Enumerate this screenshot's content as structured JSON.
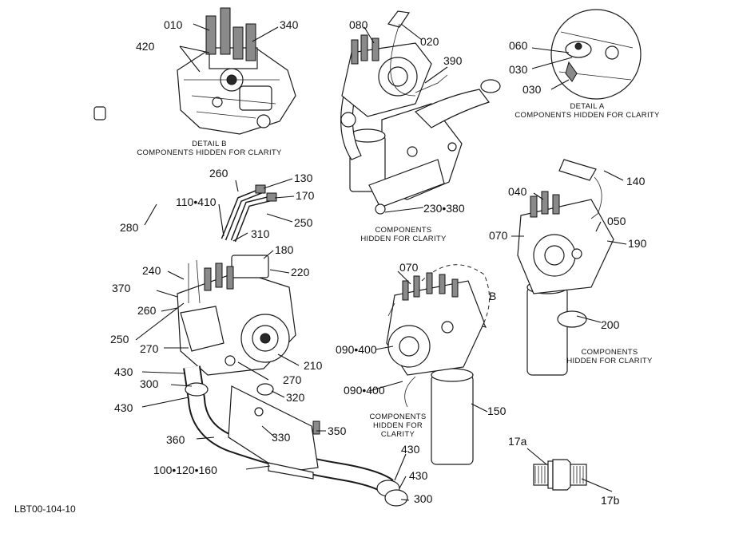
{
  "detail_b_caption": [
    "DETAIL  B",
    "COMPONENTS HIDDEN FOR CLARITY"
  ],
  "detail_a_caption": [
    "DETAIL  A",
    "COMPONENTS HIDDEN FOR CLARITY"
  ],
  "hidden_caption_center": [
    "COMPONENTS",
    "HIDDEN FOR CLARITY"
  ],
  "hidden_caption_right": [
    "COMPONENTS",
    "HIDDEN FOR CLARITY"
  ],
  "hidden_caption_lower": [
    "COMPONENTS",
    "HIDDEN FOR",
    "CLARITY"
  ],
  "view_letter": "B",
  "drawing_number": "LBT00-104-10",
  "callouts": {
    "c010": "010",
    "c420a": "420",
    "c340": "340",
    "c080": "080",
    "c020": "020",
    "c390": "390",
    "c060": "060",
    "c030a": "030",
    "c030b": "030",
    "c260a": "260",
    "c130": "130",
    "c110": "110•410",
    "c170": "170",
    "c250a": "250",
    "c280": "280",
    "c310": "310",
    "c180": "180",
    "c240": "240",
    "c220": "220",
    "c370": "370",
    "c260b": "260",
    "c250b": "250",
    "c270a": "270",
    "c210": "210",
    "c270b": "270",
    "c430a": "430",
    "c300a": "300",
    "c320": "320",
    "c430b": "430",
    "c350": "350",
    "c330": "330",
    "c360": "360",
    "c100": "100•120•160",
    "c430c": "430",
    "c430d": "430",
    "c300b": "300",
    "c230": "230•380",
    "c140": "140",
    "c040": "040",
    "c050": "050",
    "c070a": "070",
    "c190": "190",
    "c200": "200",
    "c070b": "070",
    "c090a": "090•400",
    "c090b": "090•400",
    "c150": "150",
    "c17a": "17a",
    "c17b": "17b"
  }
}
